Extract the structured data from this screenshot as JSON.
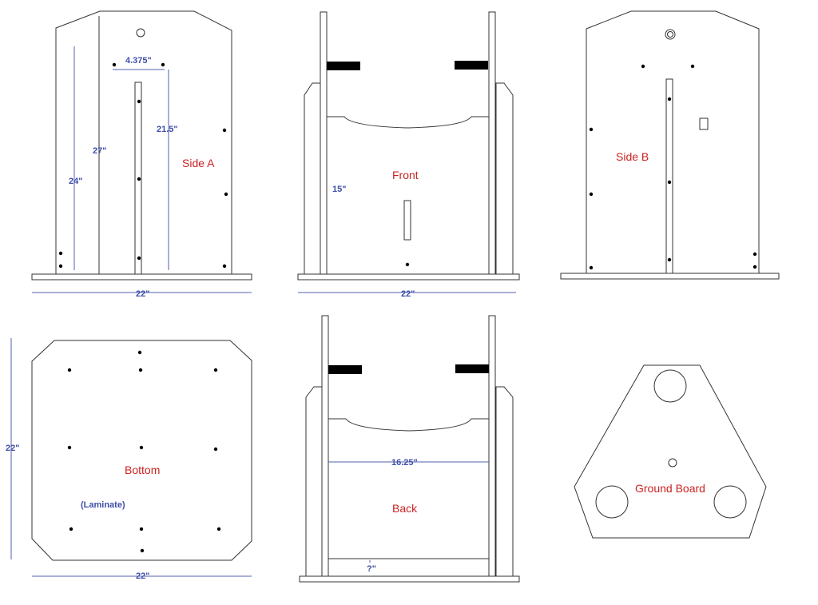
{
  "colors": {
    "panel_label": "#cc2222",
    "dimension": "#3f4fa8",
    "outline": "#333333",
    "fastener": "#000000"
  },
  "panels": {
    "side_a": "Side A",
    "front": "Front",
    "side_b": "Side B",
    "bottom": "Bottom",
    "bottom_note": "(Laminate)",
    "back": "Back",
    "ground_board": "Ground Board"
  },
  "dimensions": {
    "side_a_slot_spacing": "4.375\"",
    "side_a_slot_height": "21.5\"",
    "side_a_height_27": "27\"",
    "side_a_height_24": "24\"",
    "side_a_width": "22\"",
    "front_height": "15\"",
    "front_width": "22\"",
    "bottom_height": "22\"",
    "bottom_width": "22\"",
    "back_inner_width": "16.25\"",
    "back_bottom_gap": "?\""
  }
}
